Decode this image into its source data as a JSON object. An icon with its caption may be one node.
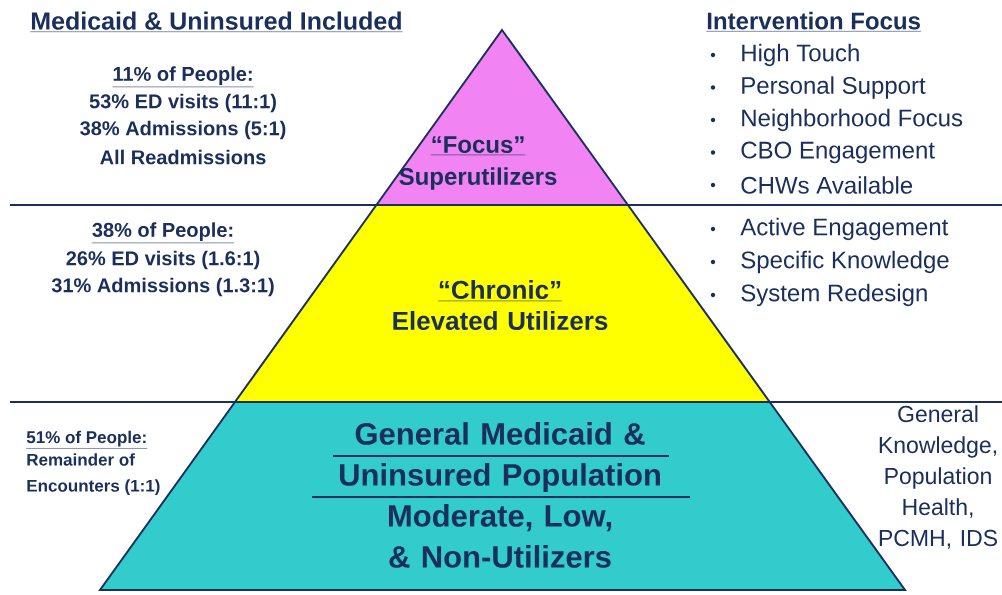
{
  "diagram": {
    "title": "Medicaid & Uninsured Included",
    "nodes": [
      {
        "text": [
          "“Focus”",
          "Superutilizers"
        ]
      },
      {
        "text": [
          "“Chronic”",
          "Elevated Utilizers"
        ]
      },
      {
        "text": [
          "General Medicaid & Uninsured Population",
          "Moderate, Low, & Non-Utilizers"
        ]
      }
    ],
    "edges": [],
    "labels": [
      "Intervention Focus",
      "High Touch",
      "Personal Support",
      "Neighborhood Focus",
      "CBO Engagement",
      "CHWs Available",
      "11% of People:",
      "53% ED visits (11:1)",
      "38% Admissions (5:1)",
      "All Readmissions",
      "38% of People:",
      "26% ED visits (1.6:1)",
      "31% Admissions (1.3:1)",
      "Active Engagement",
      "Specific Knowledge",
      "System Redesign",
      "51% of People:",
      "Remainder of Encounters (1:1)",
      "General Knowledge, Population Health, PCMH, IDS"
    ]
  }
}
